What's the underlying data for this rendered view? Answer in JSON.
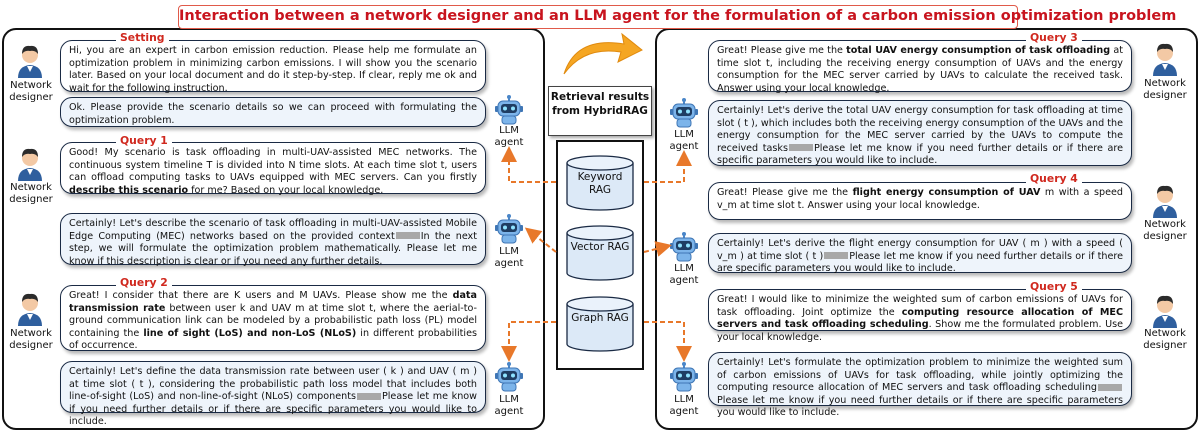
{
  "title": "Interaction between a network designer and an LLM agent for the formulation of a carbon emission optimization problem",
  "roles": {
    "designer": "Network designer",
    "agent": "LLM agent"
  },
  "retrieval": {
    "label": "Retrieval results from HybridRAG",
    "rags": [
      "Keyword RAG",
      "Vector RAG",
      "Graph RAG"
    ]
  },
  "labels": {
    "setting": "Setting",
    "q1": "Query 1",
    "q2": "Query 2",
    "q3": "Query 3",
    "q4": "Query 4",
    "q5": "Query 5"
  },
  "left": {
    "setting_text": "Hi, you are an expert in carbon emission reduction. Please help me formulate an optimization problem in minimizing carbon emissions. I will show you the scenario later. Based on your local document and do it step-by-step. If clear, reply me ok and wait for the following instruction.",
    "reply0": "Ok. Please provide the scenario details so we can proceed with formulating the optimization problem.",
    "q1_a": "Good! My scenario is task offloading in multi-UAV-assisted MEC networks. The continuous system timeline T is divided into N time slots. At each time slot t, users can offload computing tasks to UAVs equipped with MEC servers. Can you firstly ",
    "q1_b": "describe this scenario",
    "q1_c": " for me? Based on your local knowledge.",
    "r1_a": "Certainly! Let's describe the scenario of task offloading in multi-UAV-assisted Mobile Edge Computing (MEC) networks based on the provided context",
    "r1_b": "In the next step, we will formulate the optimization problem mathematically. Please let me know if this description is clear or if you need any further details.",
    "q2_a": "Great! I consider that there are K users and M UAVs. Please show me the ",
    "q2_b": "data transmission rate",
    "q2_c": " between user k and UAV m at time slot t, where the aerial-to-ground communication link can be modeled by a probabilistic path loss (PL) model containing the ",
    "q2_d": "line of sight (LoS) and non-LoS (NLoS)",
    "q2_e": " in different probabilities of occurrence.",
    "r2_a": "Certainly! Let's define the data transmission rate between user ( k ) and UAV ( m ) at time slot ( t ), considering the probabilistic path loss model that includes both line-of-sight (LoS) and non-line-of-sight (NLoS) components",
    "r2_b": "Please let me know if you need further details or if there are specific parameters you would like to include."
  },
  "right": {
    "q3_a": "Great! Please give me the ",
    "q3_b": "total UAV energy consumption of task offloading",
    "q3_c": " at time slot t, including the receiving energy consumption of UAVs and the energy consumption for the MEC server carried by UAVs to calculate the received task. Answer using your local knowledge.",
    "r3_a": "Certainly! Let's derive the total UAV energy consumption for task offloading at time slot ( t ), which includes both the receiving energy consumption of the UAVs and the energy consumption for the MEC server carried by the UAVs to compute the received tasks",
    "r3_b": "Please let me know if you need further details or if there are specific parameters you would like to include.",
    "q4_a": "Great! Please give me the ",
    "q4_b": "flight energy consumption of UAV",
    "q4_c": " m with a speed v_m at time slot t. Answer using your local knowledge.",
    "r4_a": "Certainly! Let's derive the flight energy consumption for UAV ( m ) with a speed ( v_m ) at time slot ( t )",
    "r4_b": "Please let me know if you need further details or if there are specific parameters you would like to include.",
    "q5_a": "Great! I would like to minimize the weighted sum of carbon emissions of UAVs for task offloading. Joint optimize the ",
    "q5_b": "computing resource allocation of MEC servers and task offloading scheduling",
    "q5_c": ". Show me the formulated problem. Use your local knowledge.",
    "r5_a": "Certainly! Let's formulate the optimization problem to minimize the weighted sum of carbon emissions of UAVs for task offloading, while jointly optimizing the computing resource allocation of MEC servers and task offloading scheduling",
    "r5_b": "Please let me know if you need further details or if there are specific parameters you would like to include."
  },
  "colors": {
    "title": "#c8141e",
    "arrow": "#e8782a",
    "agent_bubble": "#eef4fb",
    "cylinder": "#dce9f7"
  }
}
